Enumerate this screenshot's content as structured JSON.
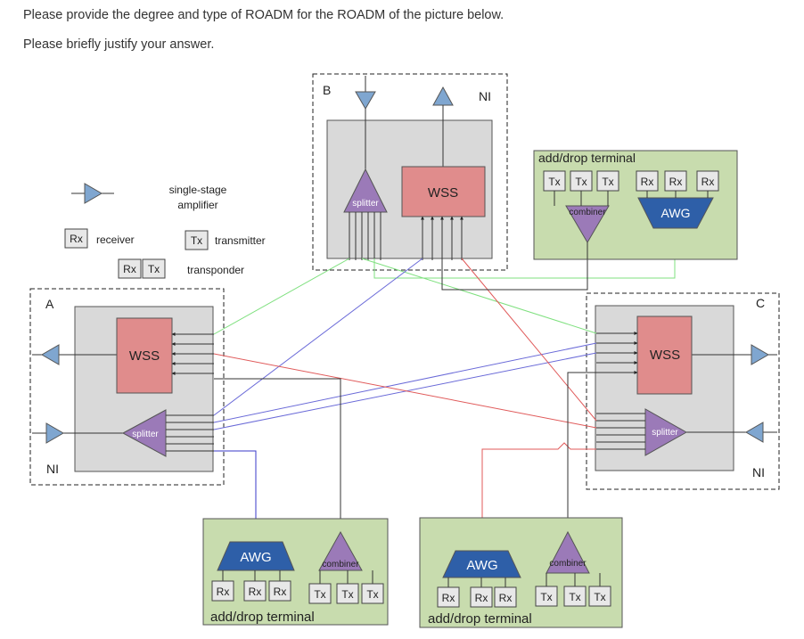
{
  "question": {
    "line1": "Please provide the degree and type of ROADM for the ROADM of the picture below.",
    "line2": "Please briefly justify your answer."
  },
  "legend": {
    "amplifier_line1": "single-stage",
    "amplifier_line2": "amplifier",
    "rx_box": "Rx",
    "receiver": "receiver",
    "tx_box": "Tx",
    "transmitter": "transmitter",
    "transponder": "transponder"
  },
  "nodes": {
    "a": {
      "label": "A",
      "ni": "NI"
    },
    "b": {
      "label": "B",
      "ni": "NI"
    },
    "c": {
      "label": "C",
      "ni": "NI"
    }
  },
  "components": {
    "wss": "WSS",
    "splitter": "splitter",
    "combiner": "combiner",
    "awg": "AWG",
    "rx": "Rx",
    "tx": "Tx"
  },
  "terminals": {
    "top_right_title": "add/drop terminal",
    "bottom_left_title": "add/drop terminal",
    "bottom_mid_title": "add/drop terminal"
  },
  "colors": {
    "green_link": "#7fe07f",
    "blue_link": "#6a6ad8",
    "red_link": "#e05a5a",
    "wss_fill": "#e08c8c",
    "splitter_fill": "#9b7ab8",
    "awg_fill": "#2e5fa8",
    "terminal_fill": "#c8dcae",
    "node_fill": "#d9d9d9",
    "amp_fill": "#7fa6d0"
  }
}
